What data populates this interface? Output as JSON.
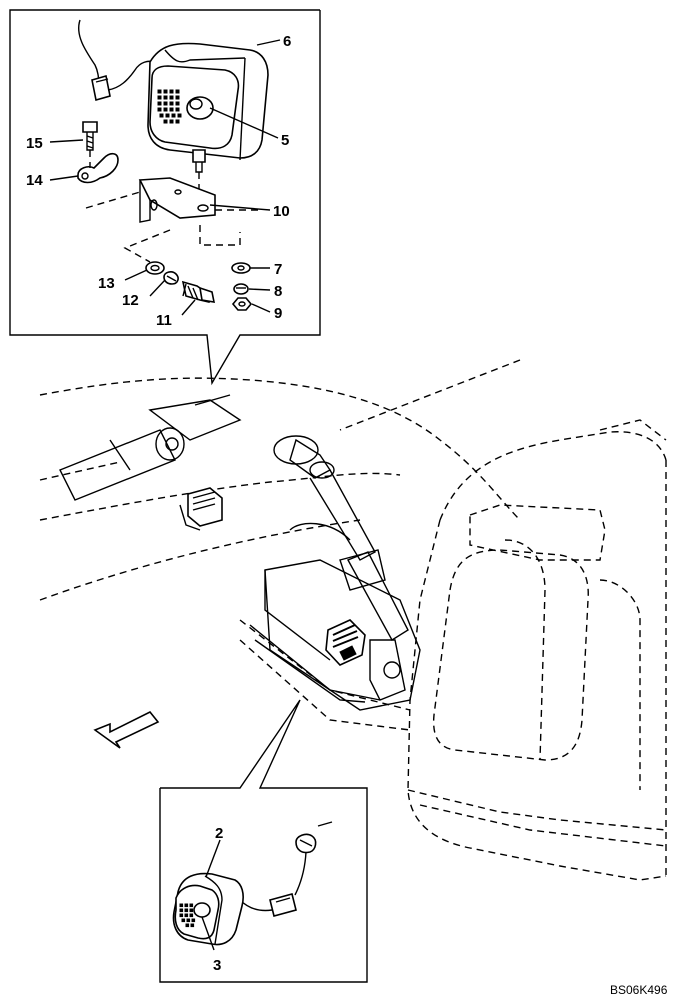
{
  "callouts": {
    "c1": "2",
    "c2": "3",
    "c3": "5",
    "c4": "6",
    "c5": "7",
    "c6": "8",
    "c7": "9",
    "c8": "10",
    "c9": "11",
    "c10": "12",
    "c11": "13",
    "c12": "14",
    "c13": "15"
  },
  "reference_code": "BS06K496",
  "icons": {
    "direction_arrow": "front-direction-arrow-icon"
  }
}
